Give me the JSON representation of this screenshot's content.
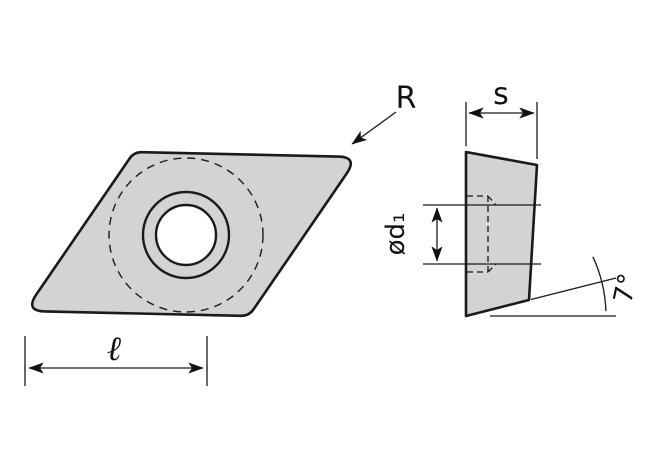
{
  "diagram": {
    "kind": "cutting-insert-dimension-drawing",
    "labels": {
      "corner_radius": "R",
      "thickness": "s",
      "cutting_edge_length": "ℓ",
      "hole_diameter": "ød₁",
      "clearance_angle": "7°"
    },
    "colors": {
      "body_fill": "#d3d3d3",
      "line": "#1a1a1a",
      "background": "#ffffff"
    }
  }
}
